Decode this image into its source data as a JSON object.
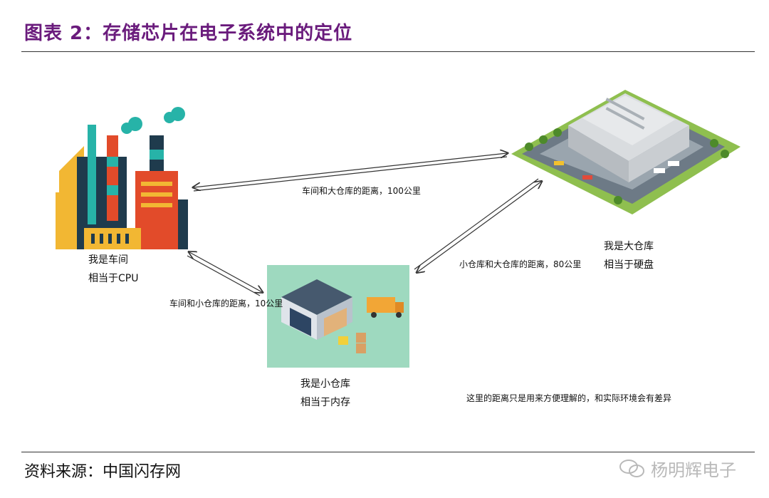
{
  "title": "图表 2：存储芯片在电子系统中的定位",
  "source": "资料来源：中国闪存网",
  "watermark": "杨明辉电子",
  "nodes": {
    "workshop": {
      "line1": "我是车间",
      "line2": "相当于CPU"
    },
    "big_warehouse": {
      "line1": "我是大仓库",
      "line2": "相当于硬盘"
    },
    "small_warehouse": {
      "line1": "我是小仓库",
      "line2": "相当于内存"
    }
  },
  "edges": {
    "workshop_big": "车间和大仓库的距离，100公里",
    "small_big": "小仓库和大仓库的距离，80公里",
    "workshop_small": "车间和小仓库的距离，10公里"
  },
  "note": "这里的距离只是用来方便理解的，和实际环境会有差异",
  "colors": {
    "title": "#6a1b7c"
  }
}
